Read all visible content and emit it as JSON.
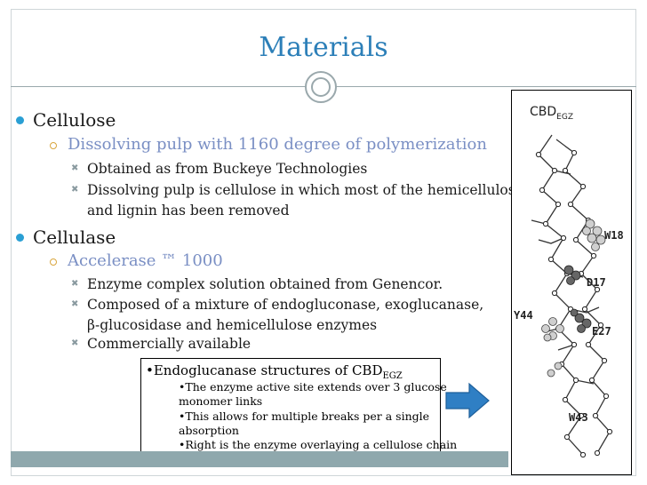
{
  "slide": {
    "title": "Materials",
    "bullets": [
      {
        "text": "Cellulose"
      },
      {
        "text": "Dissolving pulp with 1160 degree of polymerization"
      },
      {
        "text": "Obtained as from Buckeye Technologies"
      },
      {
        "text": "Dissolving pulp is cellulose in which most of the hemicellulose"
      },
      {
        "text": "and lignin has been removed"
      },
      {
        "text": "Cellulase"
      },
      {
        "text": "Accelerase ™ 1000"
      },
      {
        "text": "Enzyme complex solution obtained from Genencor."
      },
      {
        "text": "Composed of a mixture of endogluconase, exoglucanase,"
      },
      {
        "text": "β-glucosidase and hemicellulose enzymes"
      },
      {
        "text": "Commercially available"
      }
    ],
    "callout": {
      "head": "•Endoglucanase structures of CBD",
      "head_sub": "EGZ",
      "lines": [
        "•The enzyme active site extends over 3 glucose",
        "monomer links",
        "•This allows for multiple breaks per a single",
        "absorption",
        "•Right is the enzyme overlaying a cellulose chain"
      ]
    },
    "figure": {
      "title": "CBD",
      "title_sub": "EGZ",
      "residues": [
        "W18",
        "D17",
        "Y44",
        "E27",
        "W43"
      ]
    },
    "colors": {
      "title": "#2c7fb8",
      "bullet_l1": "#2a9fd4",
      "bullet_l2": "#d9a63e",
      "arrow": "#2f7fc4",
      "footer": "#8fa8ad"
    }
  }
}
